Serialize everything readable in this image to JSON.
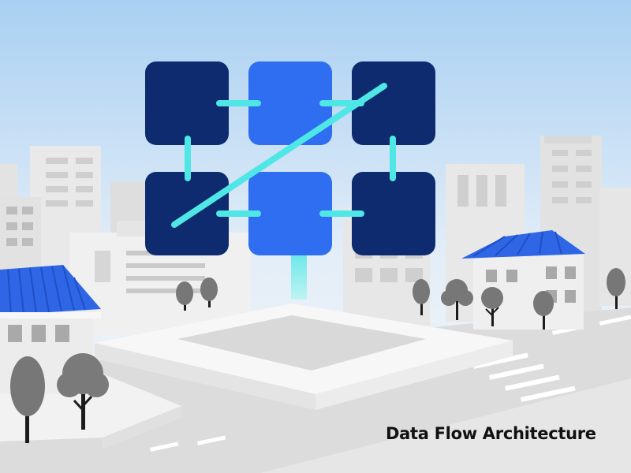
{
  "caption": "Data Flow Architecture",
  "colors": {
    "sky_top": "#a9d0f2",
    "sky_bottom": "#eef4fb",
    "node_dark": "#0d2b6e",
    "node_bright": "#2f6ef0",
    "connector": "#4fe6e6",
    "roof_blue": "#2e66e6",
    "building_light": "#e7e7e7",
    "building_mid": "#d4d4d4",
    "window": "#b5b5b5",
    "tree": "#777777",
    "trunk": "#1c1c1c",
    "plaza": "#f5f5f5",
    "plaza_inner": "#d8d8d8",
    "road": "#d6d6d6",
    "lane_mark": "#ffffff"
  },
  "grid": {
    "rows": 2,
    "cols": 3,
    "nodes": [
      {
        "name": "node-top-left",
        "shade": "dark"
      },
      {
        "name": "node-top-center",
        "shade": "bright"
      },
      {
        "name": "node-top-right",
        "shade": "dark"
      },
      {
        "name": "node-bottom-left",
        "shade": "dark"
      },
      {
        "name": "node-bottom-center",
        "shade": "bright"
      },
      {
        "name": "node-bottom-right",
        "shade": "dark"
      }
    ],
    "links": [
      {
        "from": 0,
        "to": 1
      },
      {
        "from": 1,
        "to": 2
      },
      {
        "from": 0,
        "to": 3
      },
      {
        "from": 2,
        "to": 5
      },
      {
        "from": 3,
        "to": 4
      },
      {
        "from": 4,
        "to": 5
      },
      {
        "from": 3,
        "to": 2,
        "type": "diagonal"
      }
    ]
  }
}
